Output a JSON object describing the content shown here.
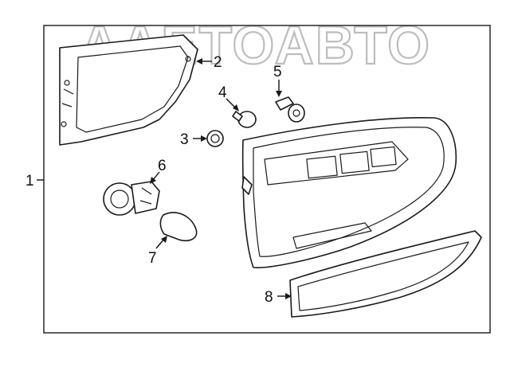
{
  "watermark": {
    "text": "ААЕТОАВТО",
    "color": "#bdbdbd"
  },
  "callouts": [
    {
      "id": "1",
      "label": "1"
    },
    {
      "id": "2",
      "label": "2"
    },
    {
      "id": "3",
      "label": "3"
    },
    {
      "id": "4",
      "label": "4"
    },
    {
      "id": "5",
      "label": "5"
    },
    {
      "id": "6",
      "label": "6"
    },
    {
      "id": "7",
      "label": "7"
    },
    {
      "id": "8",
      "label": "8"
    }
  ],
  "colors": {
    "line": "#1a1a1a",
    "background": "#ffffff"
  }
}
